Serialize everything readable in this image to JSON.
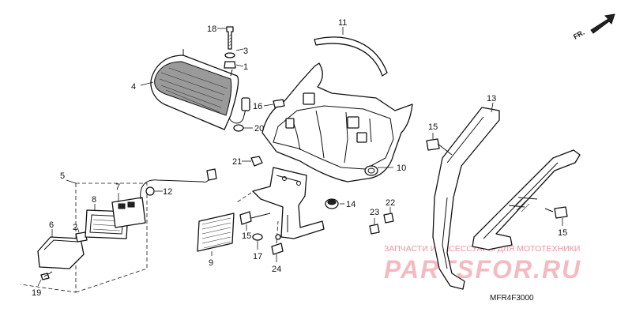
{
  "direction_label": "FR.",
  "diagram_code": "MFR4F3000",
  "watermark": {
    "line1": "ЗАПЧАСТИ И АКСЕССУАРЫ ДЛЯ МОТОТЕХНИКИ",
    "line2": "PARTSFOR.RU"
  },
  "callouts": {
    "c1": "1",
    "c2": "2",
    "c3": "3",
    "c4": "4",
    "c5": "5",
    "c6": "6",
    "c7": "7",
    "c8": "8",
    "c9": "9",
    "c10": "10",
    "c11": "11",
    "c12": "12",
    "c13": "13",
    "c14": "14",
    "c15a": "15",
    "c15b": "15",
    "c15c": "15",
    "c16": "16",
    "c17": "17",
    "c18": "18",
    "c19": "19",
    "c20": "20",
    "c21": "21",
    "c22": "22",
    "c23": "23",
    "c24": "24"
  }
}
